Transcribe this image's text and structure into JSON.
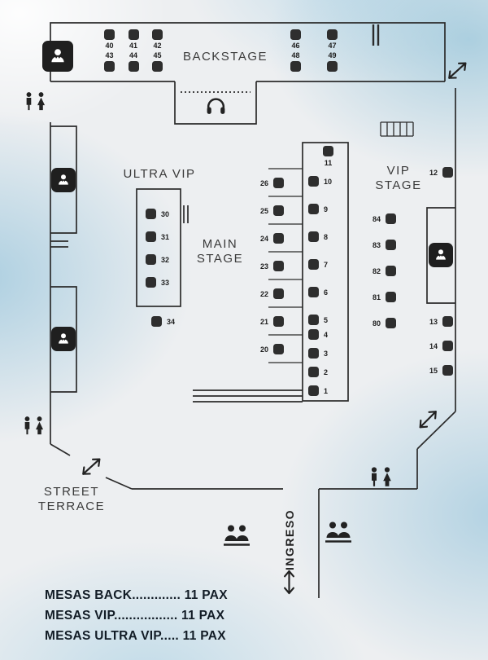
{
  "areas": {
    "backstage": "BACKSTAGE",
    "ultra_vip": "ULTRA VIP",
    "main_stage_line1": "MAIN",
    "main_stage_line2": "STAGE",
    "vip_stage_line1": "VIP",
    "vip_stage_line2": "STAGE",
    "street_terrace_line1": "STREET",
    "street_terrace_line2": "TERRACE",
    "ingreso": "INGRESO"
  },
  "tables": {
    "backstage_left_row1": [
      "40",
      "41",
      "42"
    ],
    "backstage_left_row2": [
      "43",
      "44",
      "45"
    ],
    "backstage_right_row1": [
      "46",
      "47"
    ],
    "backstage_right_row2": [
      "48",
      "49"
    ],
    "ultra_vip": [
      "30",
      "31",
      "32",
      "33"
    ],
    "ultra_vip_single": [
      "34"
    ],
    "left_column": [
      "26",
      "25",
      "24",
      "23",
      "22",
      "21",
      "20"
    ],
    "stage_top": [
      "11"
    ],
    "stage_column_upper": [
      "10",
      "9",
      "8",
      "7",
      "6",
      "5"
    ],
    "stage_column_lower": [
      "4",
      "3",
      "2",
      "1"
    ],
    "vip_column": [
      "84",
      "83",
      "82",
      "81",
      "80"
    ],
    "vip_corner": [
      "12"
    ],
    "vip_right": [
      "13",
      "14",
      "15"
    ]
  },
  "legend": {
    "lines": [
      "MESAS BACK............. 11 PAX",
      "MESAS VIP................. 11 PAX",
      "MESAS ULTRA VIP..... 11 PAX"
    ]
  },
  "icons": {
    "waiter": "waiter-station",
    "restroom": "restroom-man-woman",
    "dj": "headphones",
    "guests": "two-people-table",
    "door": "double-arrow",
    "entrance_flow": "vertical-double-arrow"
  },
  "colors": {
    "wall": "#2b2b2b",
    "table": "#2e2e2e",
    "legend_text": "#121c26",
    "bg_blue": "#8abed6"
  }
}
